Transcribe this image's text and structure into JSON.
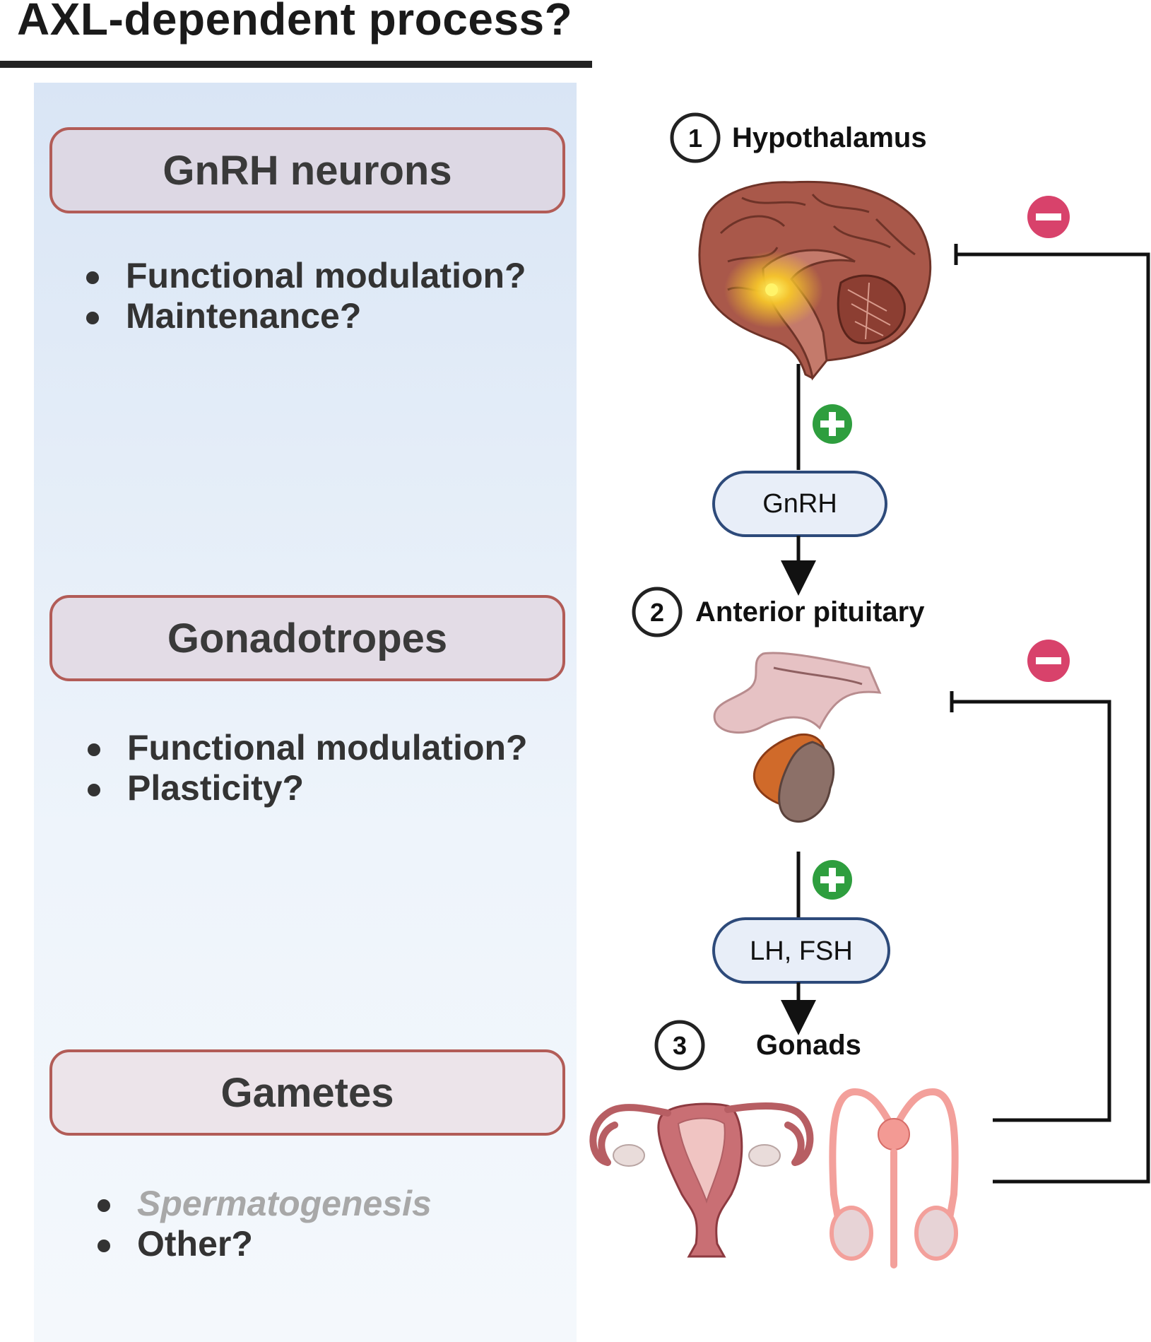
{
  "title": "AXL-dependent process?",
  "left_panel": {
    "categories": [
      {
        "heading": "GnRH neurons",
        "bullets": [
          "Functional modulation?",
          "Maintenance?"
        ]
      },
      {
        "heading": "Gonadotropes",
        "bullets": [
          "Functional modulation?",
          "Plasticity?"
        ]
      },
      {
        "heading": "Gametes",
        "bullets": [
          "Spermatogenesis",
          "Other?"
        ]
      }
    ]
  },
  "axis": {
    "steps": [
      {
        "number": "1",
        "label": "Hypothalamus"
      },
      {
        "number": "2",
        "label": "Anterior pituitary"
      },
      {
        "number": "3",
        "label": "Gonads"
      }
    ],
    "hormones": [
      "GnRH",
      "LH, FSH"
    ]
  },
  "colors": {
    "plus": "#2e9e3e",
    "minus": "#d8426b",
    "box_border": "#b25c57",
    "pill_border": "#2d4a7a"
  },
  "icons": [
    "plus-circle-icon",
    "minus-circle-icon",
    "brain-icon",
    "pituitary-icon",
    "uterus-icon",
    "male-reproductive-icon"
  ]
}
